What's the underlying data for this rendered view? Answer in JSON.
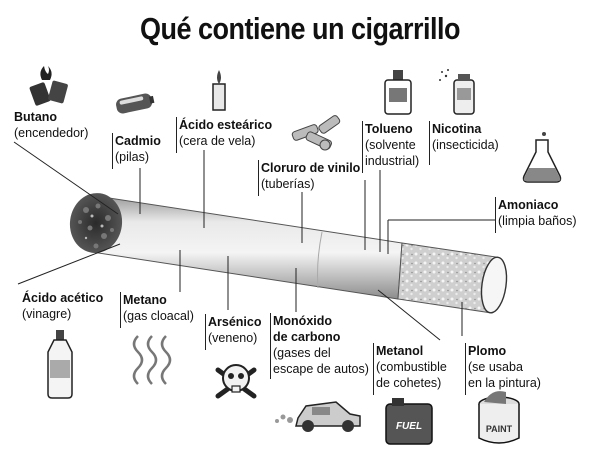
{
  "title": "Qué contiene un cigarrillo",
  "substances": {
    "butano": {
      "name": "Butano",
      "desc": [
        "(encendedor)"
      ]
    },
    "cadmio": {
      "name": "Cadmio",
      "desc": [
        "(pilas)"
      ]
    },
    "estearico": {
      "name": "Ácido esteárico",
      "desc": [
        "(cera de vela)"
      ]
    },
    "cloruro": {
      "name": "Cloruro de vinilo",
      "desc": [
        "(tuberías)"
      ]
    },
    "tolueno": {
      "name": "Tolueno",
      "desc": [
        "(solvente",
        "industrial)"
      ]
    },
    "nicotina": {
      "name": "Nicotina",
      "desc": [
        "(insecticida)"
      ]
    },
    "amoniaco": {
      "name": "Amoniaco",
      "desc": [
        "(limpia baños)"
      ]
    },
    "acetico": {
      "name": "Ácido acético",
      "desc": [
        "(vinagre)"
      ]
    },
    "metano": {
      "name": "Metano",
      "desc": [
        "(gas cloacal)"
      ]
    },
    "arsenico": {
      "name": "Arsénico",
      "desc": [
        "(veneno)"
      ]
    },
    "monoxido": {
      "name": "Monóxido",
      "name2": "de carbono",
      "desc": [
        "(gases del",
        "escape de autos)"
      ]
    },
    "metanol": {
      "name": "Metanol",
      "desc": [
        "(combustible",
        "de cohetes)"
      ]
    },
    "plomo": {
      "name": "Plomo",
      "desc": [
        "(se usaba",
        "en la pintura)"
      ]
    }
  },
  "icons": {
    "butano": "lighter-icon",
    "cadmio": "battery-icon",
    "estearico": "candle-icon",
    "cloruro": "pipes-icon",
    "tolueno": "solvent-bottle-icon",
    "nicotina": "insecticide-spray-icon",
    "amoniaco": "flask-icon",
    "acetico": "vinegar-bottle-icon",
    "metano": "gas-fumes-icon",
    "arsenico": "skull-crossbones-icon",
    "monoxido": "car-exhaust-icon",
    "metanol": "fuel-can-icon",
    "plomo": "paint-can-icon"
  },
  "icon_texts": {
    "fuel": "FUEL",
    "paint": "PAINT"
  }
}
